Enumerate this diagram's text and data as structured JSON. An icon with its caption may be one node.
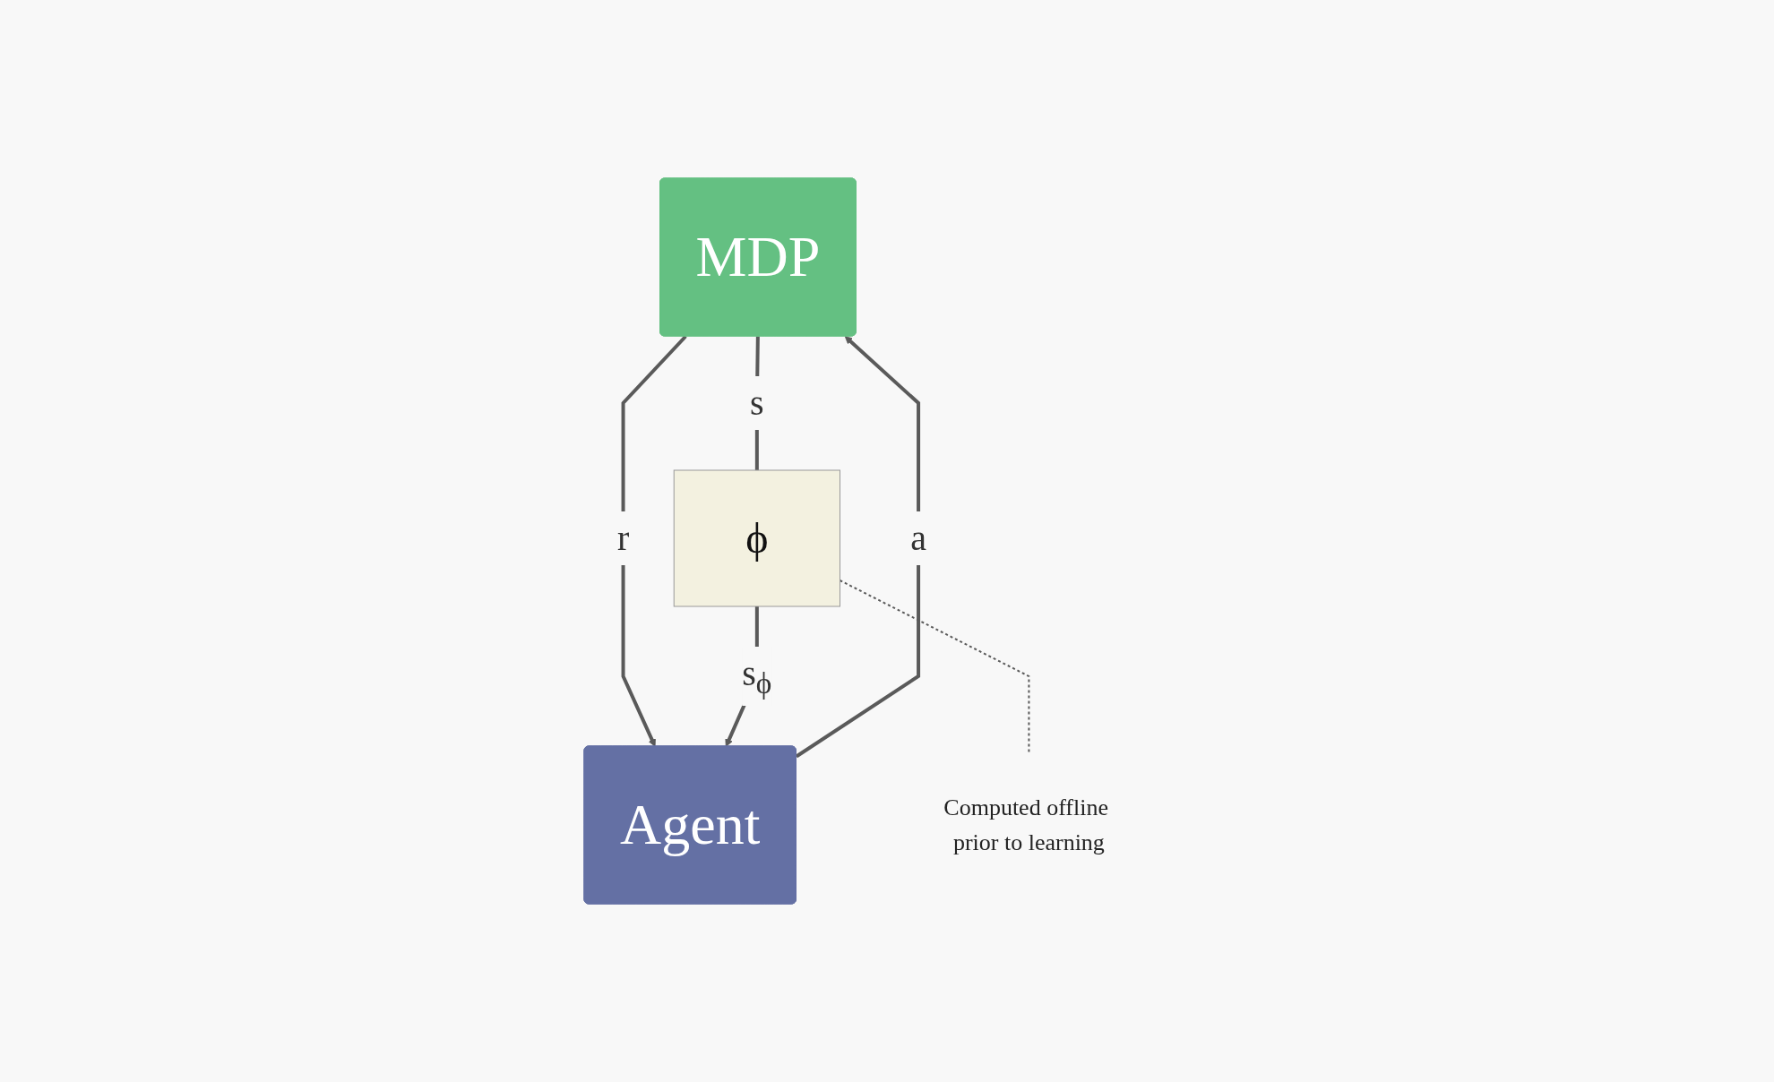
{
  "diagram": {
    "nodes": [
      {
        "text": [
          "MDP"
        ]
      },
      {
        "text": [
          "ϕ"
        ]
      },
      {
        "text": [
          "Computed offline prior to learning"
        ]
      },
      {
        "text": [
          "Agent"
        ]
      }
    ],
    "edges": [
      {
        "from": 0,
        "to": 3,
        "arrow": "to",
        "label": "r"
      },
      {
        "from": 0,
        "to": 1,
        "arrow": "none",
        "label": "s"
      },
      {
        "from": 1,
        "to": 3,
        "arrow": "to",
        "label": "s$_{ϕ}$"
      },
      {
        "from": 3,
        "to": 0,
        "arrow": "to",
        "label": "a"
      },
      {
        "from": 1,
        "to": 2,
        "arrow": "none",
        "style": "dashed"
      }
    ]
  }
}
